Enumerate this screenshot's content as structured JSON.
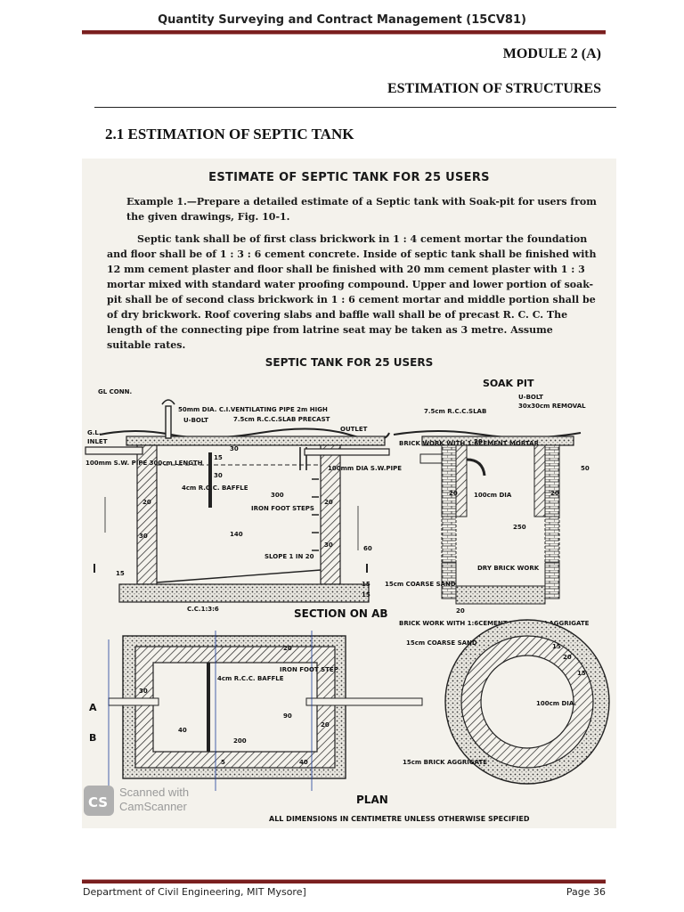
{
  "header": {
    "title": "Quantity Surveying and Contract Management (15CV81)",
    "module": "MODULE 2 (A)",
    "module_title": "ESTIMATION OF STRUCTURES"
  },
  "section_title": "2.1 ESTIMATION OF SEPTIC TANK",
  "scan": {
    "title": "ESTIMATE OF SEPTIC TANK FOR 25 USERS",
    "example_label": "Example 1.",
    "example_text": "—Prepare a detailed estimate of a Septic tank with Soak-pit for users from the given drawings, Fig. 10-1.",
    "spec_text": "Septic tank shall be of first class brickwork in 1 : 4 cement mortar the foundation and floor shall be of 1 : 3 : 6 cement concrete. Inside of septic tank shall be finished with 12 mm cement plaster and floor shall be finished with 20 mm cement plaster with 1 : 3 mortar mixed with standard water proofing compound. Upper and lower portion of soak-pit shall be of second class brickwork in 1 : 6 cement mortar and middle portion shall be of dry brickwork. Roof covering slabs and baffle wall shall be of precast R. C. C. The length of the connecting pipe from latrine seat may be taken as 3 metre. Assume suitable rates.",
    "figure_title": "SEPTIC TANK FOR 25 USERS",
    "section": {
      "gl_conn": "GL CONN.",
      "vent_pipe": "50mm DIA. C.I.VENTILATING PIPE 2m HIGH",
      "u_bolt": "U-BOLT",
      "slab": "7.5cm R.C.C.SLAB PRECAST",
      "gl": "G.L.",
      "inlet": "INLET",
      "outlet": "OUTLET",
      "sw_pipe": "100mm S.W. PIPE 300cm LENGTH",
      "out_pipe": "100mm DIA S.W.PIPE",
      "baffle": "4cm R.C.C. BAFFLE",
      "foot_steps": "IRON FOOT STEPS",
      "slope": "SLOPE 1 IN 20",
      "cc": "C.C.1:3:6",
      "title": "SECTION ON AB",
      "dims": [
        "30",
        "15",
        "30",
        "20",
        "20",
        "30",
        "140",
        "300",
        "30",
        "60",
        "15",
        "15",
        "15"
      ]
    },
    "soak_pit": {
      "title": "SOAK PIT",
      "u_bolt": "U-BOLT",
      "removal": "30x30cm REMOVAL",
      "slab": "7.5cm R.C.C.SLAB",
      "bw_top": "BRICK WORK WITH 1:6CEMENT MORTAR",
      "dia": "100cm DIA",
      "depth": "250",
      "dry_brick": "DRY BRICK WORK",
      "coarse_sand": "15cm COARSE SAND",
      "bw_bottom": "BRICK WORK WITH 1:6CEMENT MORTAR",
      "brick_agg": "BRICK AGGRIGATE",
      "dims": [
        "20",
        "50",
        "20",
        "20",
        "20"
      ]
    },
    "plan": {
      "title": "PLAN",
      "baffle": "4cm R.C.C. BAFFLE",
      "foot_step": "IRON FOOT STEP",
      "dims": [
        "90",
        "200",
        "40",
        "20",
        "30",
        "40",
        "20",
        "5"
      ],
      "a_mark": "A",
      "b_mark": "B"
    },
    "plan_pit": {
      "sand": "15cm COARSE SAND",
      "dia": "100cm DIA.",
      "agg": "15cm BRICK AGGRIGATE",
      "dims": [
        "15",
        "20",
        "15"
      ]
    },
    "note": "ALL DIMENSIONS IN CENTIMETRE UNLESS OTHERWISE SPECIFIED",
    "watermark": "Scanned with CamScanner",
    "wm_logo": "CS"
  },
  "footer": {
    "left": "Department of Civil Engineering, MIT Mysore]",
    "right": "Page 36"
  }
}
